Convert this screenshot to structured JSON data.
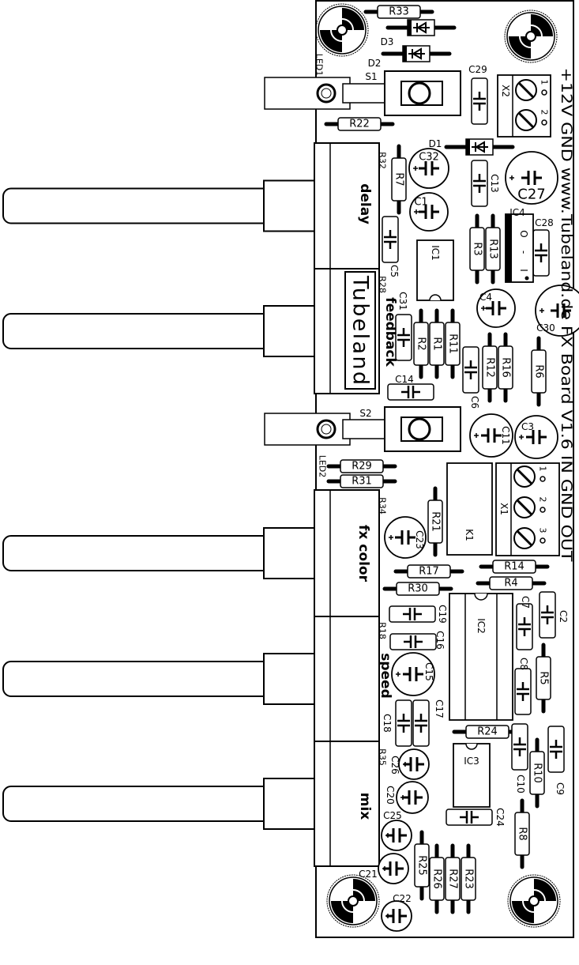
{
  "board": {
    "title_text": "+12V GND www.Tubeland.de FX Board V1.6 IN GND OUT",
    "logo_text": "Tubeland",
    "colors": {
      "ink": "#000000",
      "background": "#ffffff"
    }
  },
  "pots": [
    {
      "label": "delay",
      "ref": "R32"
    },
    {
      "label": "feedback",
      "ref": "R28"
    },
    {
      "label": "fx color",
      "ref": "R34"
    },
    {
      "label": "speed",
      "ref": "R18"
    },
    {
      "label": "mix",
      "ref": "R35"
    }
  ],
  "switches": [
    {
      "label": "S1",
      "led": "LED1"
    },
    {
      "label": "S2",
      "led": "LED2"
    }
  ],
  "resistors": [
    "R33",
    "R22",
    "R29",
    "R31",
    "R17",
    "R30",
    "R14",
    "R4",
    "R24",
    "R7",
    "R3",
    "R13",
    "R2",
    "R1",
    "R11",
    "R12",
    "R16",
    "R6",
    "R21",
    "R5",
    "R10",
    "R8",
    "R25",
    "R26",
    "R27",
    "R23"
  ],
  "diodes": [
    "D3",
    "D2",
    "D1"
  ],
  "film_caps": [
    "C29",
    "C13",
    "C5",
    "C31",
    "C6",
    "C28",
    "C14",
    "C19",
    "C16",
    "C2",
    "C7",
    "C8",
    "C10",
    "C9",
    "C18",
    "C17",
    "C24"
  ],
  "electrolytic_caps": [
    "C32",
    "C1",
    "C27",
    "C4",
    "C30",
    "C11",
    "C3",
    "C23",
    "C15",
    "C26",
    "C20",
    "C25",
    "C21",
    "C22"
  ],
  "ics": [
    "IC1",
    "IC4",
    "IC2",
    "IC3",
    "K1"
  ],
  "terminals": [
    {
      "label": "X2",
      "pins": [
        "1",
        "2"
      ]
    },
    {
      "label": "X1",
      "pins": [
        "1",
        "2",
        "3"
      ]
    }
  ],
  "regulator_pins": [
    "O",
    "-",
    "I"
  ]
}
